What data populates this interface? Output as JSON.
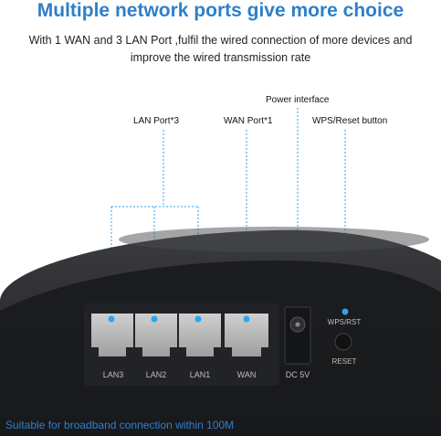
{
  "header": {
    "title": "Multiple network ports give more choice",
    "subtitle_line1": "With 1 WAN and 3 LAN Port ,fulfil the wired connection of more devices and",
    "subtitle_line2": "improve the wired transmission rate"
  },
  "callouts": {
    "power": "Power interface",
    "lan": "LAN Port*3",
    "wan": "WAN Port*1",
    "wps": "WPS/Reset button"
  },
  "ports": {
    "lan3": "LAN3",
    "lan2": "LAN2",
    "lan1": "LAN1",
    "wan": "WAN",
    "dc": "DC 5V",
    "wps": "WPS/RST",
    "reset": "RESET"
  },
  "footer": {
    "note": "Suitable for broadband connection within 100M"
  },
  "colors": {
    "accent": "#2f7fc9",
    "device_body": "#2a2b2d",
    "port": "#b8b8b8",
    "marker": "#2aa6f0"
  }
}
